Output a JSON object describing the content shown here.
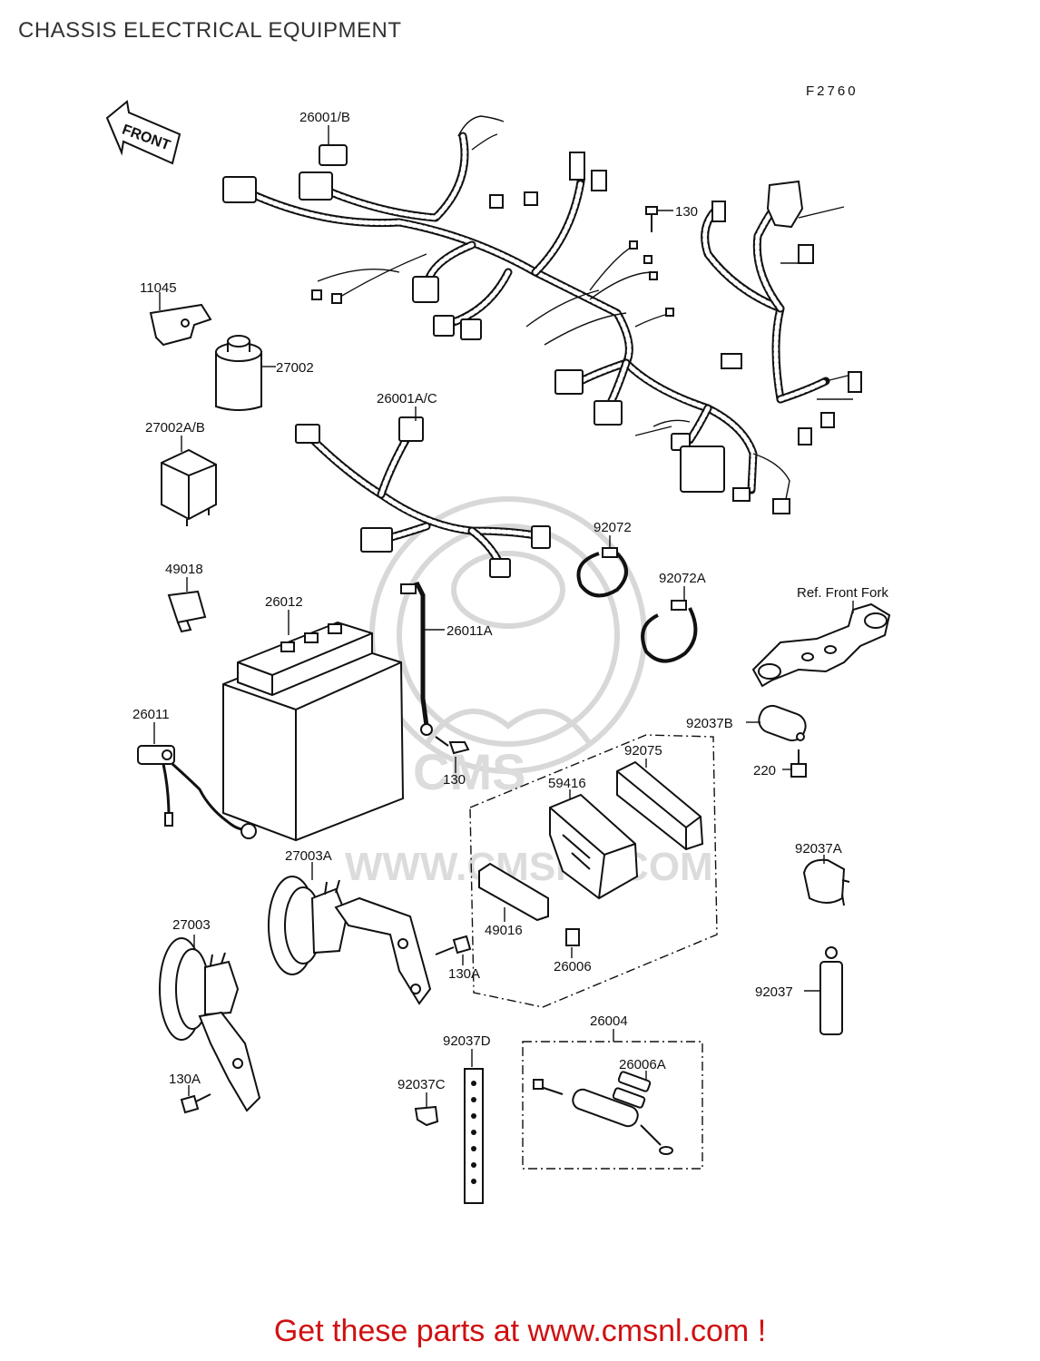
{
  "header": {
    "title": "CHASSIS ELECTRICAL EQUIPMENT"
  },
  "figure_code": "F2760",
  "front_arrow_label": "FRONT",
  "watermark": {
    "text": "WWW.CMSNL.COM",
    "logo": "CMS"
  },
  "callouts": {
    "harness_main": "26001/B",
    "bolt_top": "130",
    "bracket_11045": "11045",
    "relay_27002": "27002",
    "relay_27002ab": "27002A/B",
    "harness_sub": "26001A/C",
    "band_92072": "92072",
    "band_92072a": "92072A",
    "ref_front_fork": "Ref. Front Fork",
    "part_49018": "49018",
    "battery": "26012",
    "lead_26011a": "26011A",
    "lead_26011": "26011",
    "bolt_130": "130",
    "clamp_92037b": "92037B",
    "bolt_220": "220",
    "cover_92075": "92075",
    "fusebox_59416": "59416",
    "horn_27003a": "27003A",
    "clamp_92037a": "92037A",
    "horn_27003": "27003",
    "bracket_49016": "49016",
    "fuse_26006": "26006",
    "bolt_130a_mid": "130A",
    "clamp_92037": "92037",
    "fuseset_26004": "26004",
    "strip_92037d": "92037D",
    "fuse_26006a": "26006A",
    "clip_92037c": "92037C",
    "bolt_130a_low": "130A"
  },
  "footer": {
    "banner": "Get these parts at www.cmsnl.com !"
  },
  "colors": {
    "banner": "#d01010",
    "ink": "#111111",
    "watermark": "#d8d8d8"
  }
}
